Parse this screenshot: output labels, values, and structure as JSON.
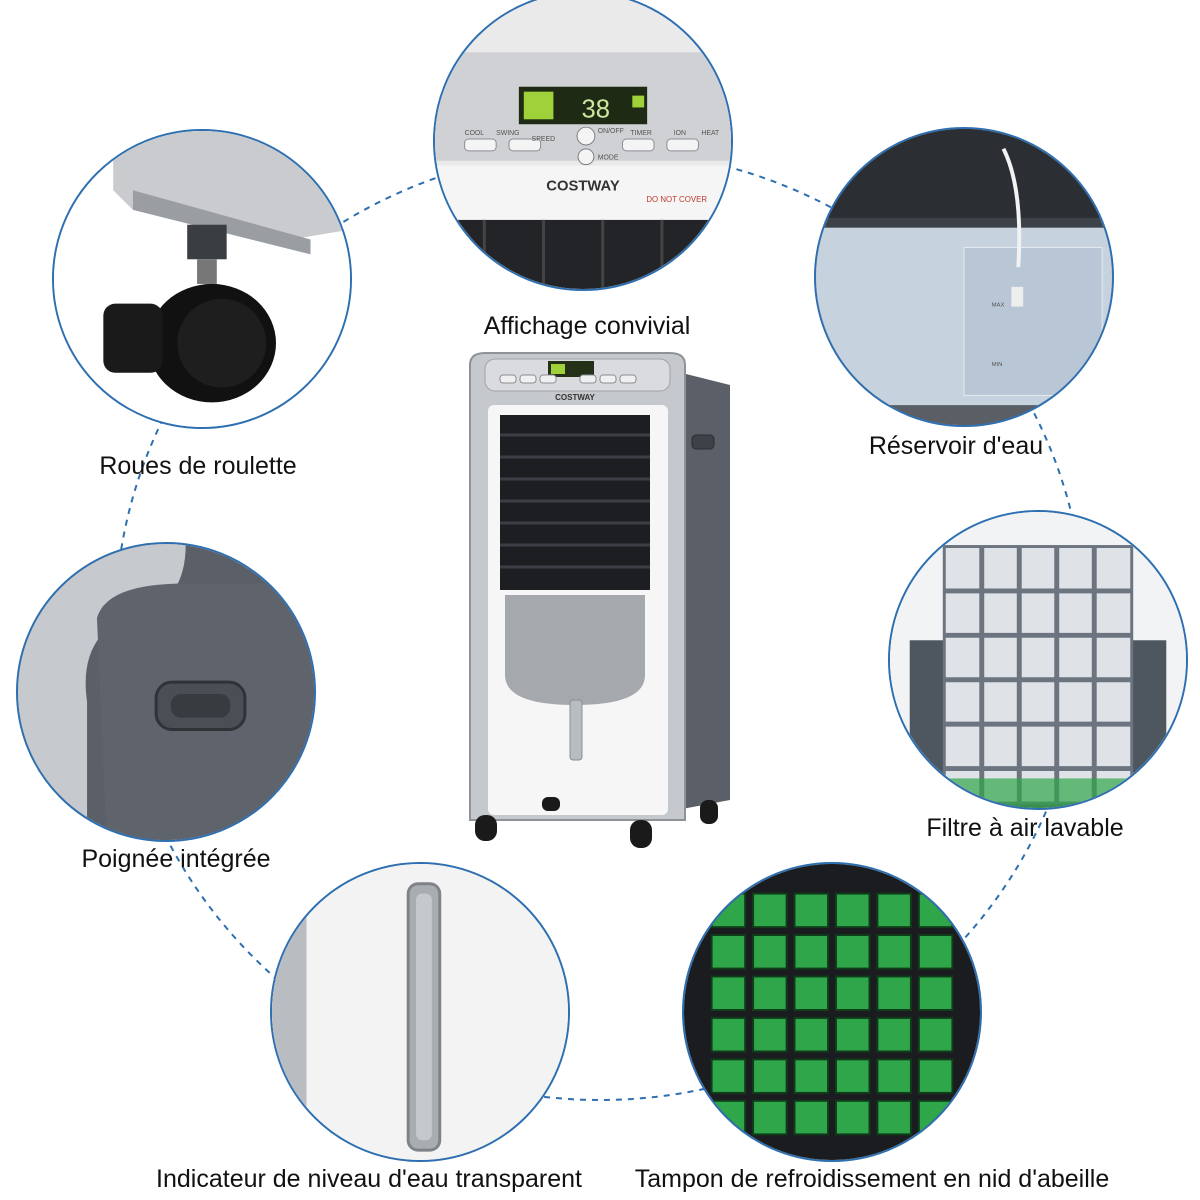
{
  "captions": {
    "display": "Affichage convivial",
    "wheels": "Roues de roulette",
    "tank": "Réservoir d'eau",
    "handle": "Poignée intégrée",
    "filter": "Filtre à air lavable",
    "level": "Indicateur de niveau d'eau transparent",
    "pad": "Tampon de refroidissement en nid d'abeille"
  },
  "panel": {
    "brand": "COSTWAY",
    "warning": "DO NOT COVER",
    "temperature": "38",
    "buttons": [
      "COOL",
      "SWING",
      "SPEED",
      "ON/OFF",
      "TIMER",
      "ION",
      "HEAT"
    ],
    "mode_label": "MODE"
  },
  "tank": {
    "max_label": "MAX",
    "min_label": "MIN"
  },
  "colors": {
    "outline": "#2d6fb0",
    "silver": "#b9bcc0",
    "dark_gray": "#5b6068",
    "pad_green": "#2fa64a",
    "lcd_green": "#9fd13a"
  }
}
